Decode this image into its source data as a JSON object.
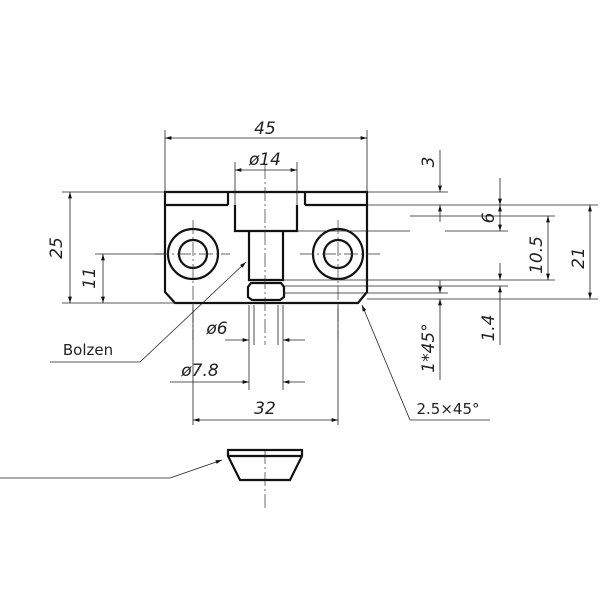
{
  "labels": {
    "width_45": "45",
    "dia_14": "ø14",
    "height_25": "25",
    "height_11": "11",
    "dim_3": "3",
    "dim_6": "6",
    "dim_10_5": "10.5",
    "dim_21": "21",
    "dim_1_4": "1.4",
    "chamfer_1": "1*45°",
    "dia_6": "ø6",
    "dia_7_8": "ø7.8",
    "dist_32": "32",
    "chamfer_2_5": "2.5×45°",
    "part_name": "Bolzen"
  }
}
